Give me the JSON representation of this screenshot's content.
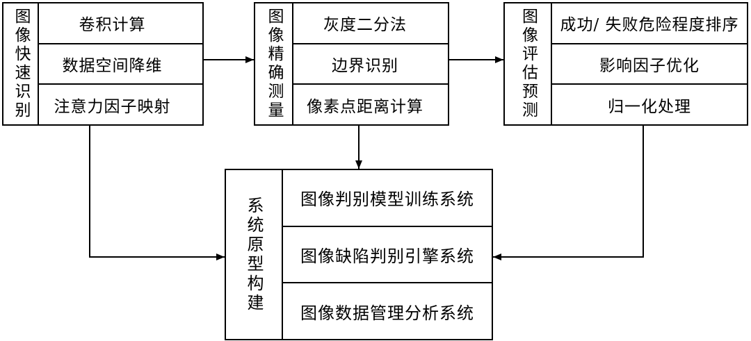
{
  "stages": [
    {
      "title": "图像快速识别",
      "items": [
        "卷积计算",
        "数据空间降维",
        "注意力因子映射"
      ]
    },
    {
      "title": "图像精确测量",
      "items": [
        "灰度二分法",
        "边界识别",
        "像素点距离计算"
      ]
    },
    {
      "title": "图像评估预测",
      "items": [
        "成功/ 失败危险程度排序",
        "影响因子优化",
        "归一化处理"
      ]
    }
  ],
  "prototype": {
    "title": "系统原型构建",
    "items": [
      "图像判别模型训练系统",
      "图像缺陷判别引擎系统",
      "图像数据管理分析系统"
    ]
  }
}
